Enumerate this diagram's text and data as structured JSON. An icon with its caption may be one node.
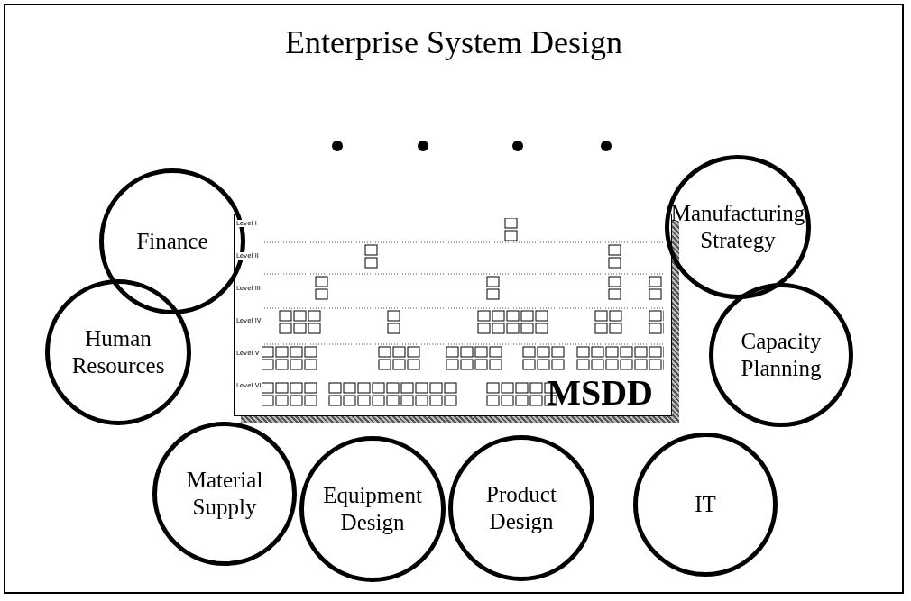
{
  "diagram": {
    "title": "Enterprise System Design",
    "nodes": [
      {
        "text": [
          "MSDD"
        ]
      },
      {
        "text": [
          "Finance"
        ]
      },
      {
        "text": [
          "Manufacturing Strategy"
        ]
      },
      {
        "text": [
          "Human Resources"
        ]
      },
      {
        "text": [
          "Capacity Planning"
        ]
      },
      {
        "text": [
          "Material Supply"
        ]
      },
      {
        "text": [
          "Equipment Design"
        ]
      },
      {
        "text": [
          "Product Design"
        ]
      },
      {
        "text": [
          "IT"
        ]
      }
    ],
    "labels": [
      "Level I",
      "Level II",
      "Level III",
      "Level IV",
      "Level V",
      "Level VI"
    ]
  }
}
